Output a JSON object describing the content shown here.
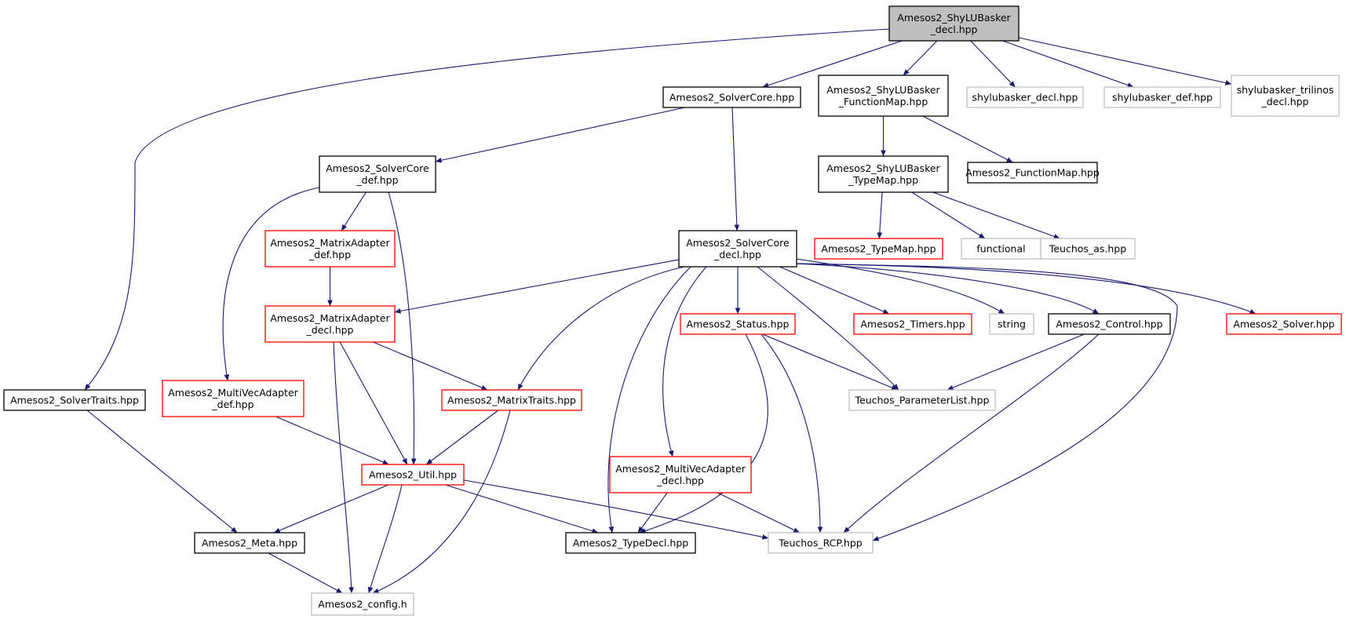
{
  "colors": {
    "edge": "#191970",
    "border_documented": "#000000",
    "border_incomplete": "#ff0000",
    "border_external": "#bfbfbf",
    "root_fill": "#bfbfbf",
    "node_fill": "#ffffff"
  },
  "nodes": {
    "root": {
      "lines": [
        "Amesos2_ShyLUBasker",
        "_decl.hpp"
      ],
      "style": "root"
    },
    "solvercore": {
      "lines": [
        "Amesos2_SolverCore.hpp"
      ],
      "style": "documented"
    },
    "shylu_funcmap": {
      "lines": [
        "Amesos2_ShyLUBasker",
        "_FunctionMap.hpp"
      ],
      "style": "documented"
    },
    "shylubasker_decl": {
      "lines": [
        "shylubasker_decl.hpp"
      ],
      "style": "external"
    },
    "shylubasker_def": {
      "lines": [
        "shylubasker_def.hpp"
      ],
      "style": "external"
    },
    "shylubasker_trilinos": {
      "lines": [
        "shylubasker_trilinos",
        "_decl.hpp"
      ],
      "style": "external"
    },
    "solvercore_def": {
      "lines": [
        "Amesos2_SolverCore",
        "_def.hpp"
      ],
      "style": "documented"
    },
    "shylu_typemap": {
      "lines": [
        "Amesos2_ShyLUBasker",
        "_TypeMap.hpp"
      ],
      "style": "documented"
    },
    "functionmap": {
      "lines": [
        "Amesos2_FunctionMap.hpp"
      ],
      "style": "documented"
    },
    "matrixadapter_def": {
      "lines": [
        "Amesos2_MatrixAdapter",
        "_def.hpp"
      ],
      "style": "incomplete"
    },
    "solvercore_decl": {
      "lines": [
        "Amesos2_SolverCore",
        "_decl.hpp"
      ],
      "style": "documented"
    },
    "typemap": {
      "lines": [
        "Amesos2_TypeMap.hpp"
      ],
      "style": "incomplete"
    },
    "functional": {
      "lines": [
        "functional"
      ],
      "style": "external"
    },
    "teuchos_as": {
      "lines": [
        "Teuchos_as.hpp"
      ],
      "style": "external"
    },
    "matrixadapter_decl": {
      "lines": [
        "Amesos2_MatrixAdapter",
        "_decl.hpp"
      ],
      "style": "incomplete"
    },
    "status": {
      "lines": [
        "Amesos2_Status.hpp"
      ],
      "style": "incomplete"
    },
    "timers": {
      "lines": [
        "Amesos2_Timers.hpp"
      ],
      "style": "incomplete"
    },
    "string": {
      "lines": [
        "string"
      ],
      "style": "external"
    },
    "control": {
      "lines": [
        "Amesos2_Control.hpp"
      ],
      "style": "documented"
    },
    "solver": {
      "lines": [
        "Amesos2_Solver.hpp"
      ],
      "style": "incomplete"
    },
    "solvertraits": {
      "lines": [
        "Amesos2_SolverTraits.hpp"
      ],
      "style": "documented"
    },
    "multivec_def": {
      "lines": [
        "Amesos2_MultiVecAdapter",
        "_def.hpp"
      ],
      "style": "incomplete"
    },
    "matrixtraits": {
      "lines": [
        "Amesos2_MatrixTraits.hpp"
      ],
      "style": "incomplete"
    },
    "paramlist": {
      "lines": [
        "Teuchos_ParameterList.hpp"
      ],
      "style": "external"
    },
    "multivec_decl": {
      "lines": [
        "Amesos2_MultiVecAdapter",
        "_decl.hpp"
      ],
      "style": "incomplete"
    },
    "util": {
      "lines": [
        "Amesos2_Util.hpp"
      ],
      "style": "incomplete"
    },
    "meta": {
      "lines": [
        "Amesos2_Meta.hpp"
      ],
      "style": "documented"
    },
    "typedecl": {
      "lines": [
        "Amesos2_TypeDecl.hpp"
      ],
      "style": "documented"
    },
    "rcp": {
      "lines": [
        "Teuchos_RCP.hpp"
      ],
      "style": "external"
    },
    "config": {
      "lines": [
        "Amesos2_config.h"
      ],
      "style": "external"
    }
  },
  "edges": [
    [
      "root",
      "solvertraits"
    ],
    [
      "root",
      "solvercore"
    ],
    [
      "root",
      "shylu_funcmap"
    ],
    [
      "root",
      "shylubasker_decl"
    ],
    [
      "root",
      "shylubasker_def"
    ],
    [
      "root",
      "shylubasker_trilinos"
    ],
    [
      "solvercore",
      "solvercore_def"
    ],
    [
      "solvercore",
      "solvercore_decl"
    ],
    [
      "shylu_funcmap",
      "shylu_typemap"
    ],
    [
      "shylu_funcmap",
      "functionmap"
    ],
    [
      "shylu_typemap",
      "typemap"
    ],
    [
      "shylu_typemap",
      "functional"
    ],
    [
      "shylu_typemap",
      "teuchos_as"
    ],
    [
      "solvercore_def",
      "matrixadapter_def"
    ],
    [
      "solvercore_def",
      "multivec_def"
    ],
    [
      "solvercore_def",
      "util"
    ],
    [
      "matrixadapter_def",
      "matrixadapter_decl"
    ],
    [
      "solvercore_decl",
      "matrixadapter_decl"
    ],
    [
      "solvercore_decl",
      "matrixtraits"
    ],
    [
      "solvercore_decl",
      "typedecl"
    ],
    [
      "solvercore_decl",
      "multivec_decl"
    ],
    [
      "solvercore_decl",
      "status"
    ],
    [
      "solvercore_decl",
      "paramlist"
    ],
    [
      "solvercore_decl",
      "timers"
    ],
    [
      "solvercore_decl",
      "string"
    ],
    [
      "solvercore_decl",
      "control"
    ],
    [
      "solvercore_decl",
      "solver"
    ],
    [
      "solvercore_decl",
      "rcp"
    ],
    [
      "matrixadapter_decl",
      "config"
    ],
    [
      "matrixadapter_decl",
      "util"
    ],
    [
      "matrixadapter_decl",
      "matrixtraits"
    ],
    [
      "matrixtraits",
      "util"
    ],
    [
      "matrixtraits",
      "config"
    ],
    [
      "multivec_def",
      "util"
    ],
    [
      "status",
      "typedecl"
    ],
    [
      "status",
      "paramlist"
    ],
    [
      "status",
      "rcp"
    ],
    [
      "control",
      "paramlist"
    ],
    [
      "control",
      "rcp"
    ],
    [
      "solvertraits",
      "meta"
    ],
    [
      "util",
      "meta"
    ],
    [
      "util",
      "config"
    ],
    [
      "util",
      "typedecl"
    ],
    [
      "util",
      "rcp"
    ],
    [
      "multivec_decl",
      "typedecl"
    ],
    [
      "multivec_decl",
      "rcp"
    ],
    [
      "meta",
      "config"
    ]
  ]
}
